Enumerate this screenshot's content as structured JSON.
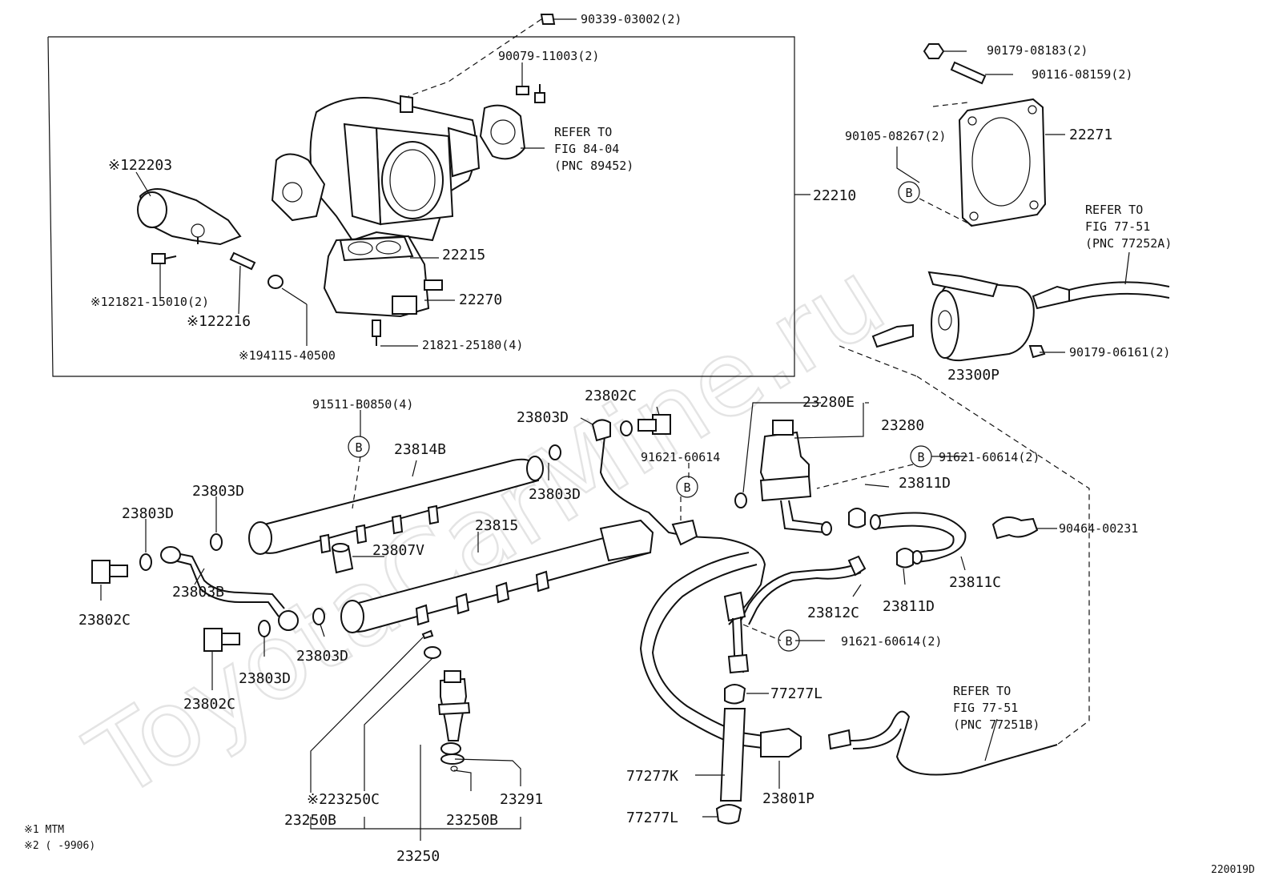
{
  "watermark": "ToyotaCarMine.ru",
  "figure_id": "220019D",
  "footnotes": {
    "note1": "※1 MTM",
    "note2": "※2 (       -9906)"
  },
  "callout_letter": "B",
  "labels": {
    "p90339": "90339-03002(2)",
    "p90079": "90079-11003(2)",
    "refer1_a": "REFER TO",
    "refer1_b": "FIG 84-04",
    "refer1_c": "(PNC 89452)",
    "p22203": "※122203",
    "p22210": "22210",
    "p22215": "22215",
    "p22270": "22270",
    "p21821_15010": "※121821-15010(2)",
    "p22216": "※122216",
    "p94115": "※194115-40500",
    "p21821_25180": "21821-25180(4)",
    "p90179_08183": "90179-08183(2)",
    "p90116": "90116-08159(2)",
    "p90105": "90105-08267(2)",
    "p22271": "22271",
    "refer2_a": "REFER TO",
    "refer2_b": "FIG 77-51",
    "refer2_c": "(PNC 77252A)",
    "p90179_06161": "90179-06161(2)",
    "p23300P": "23300P",
    "p91511": "91511-B0850(4)",
    "p23802C_top": "23802C",
    "p23803D_top": "23803D",
    "p23280E": "23280E",
    "p23280": "23280",
    "p23814B": "23814B",
    "p91621_mid": "91621-60614",
    "p91621_r": "91621-60614(2)",
    "p23803D_a": "23803D",
    "p23803D_b": "23803D",
    "p23803D_c": "23803D",
    "p23811D_top": "23811D",
    "p90464": "90464-00231",
    "p23807V": "23807V",
    "p23815": "23815",
    "p23803B": "23803B",
    "p23802C_left": "23802C",
    "p23811C": "23811C",
    "p23812C": "23812C",
    "p23811D_bot": "23811D",
    "p23803D_d": "23803D",
    "p23803D_e": "23803D",
    "p91621_low": "91621-60614(2)",
    "p23802C_bot": "23802C",
    "p77277L_top": "77277L",
    "refer3_a": "REFER TO",
    "refer3_b": "FIG 77-51",
    "refer3_c": "(PNC 77251B)",
    "p23250C": "※223250C",
    "p23291": "23291",
    "p77277K": "77277K",
    "p23801P": "23801P",
    "p23250B_l": "23250B",
    "p23250B_r": "23250B",
    "p77277L_bot": "77277L",
    "p23250": "23250"
  }
}
